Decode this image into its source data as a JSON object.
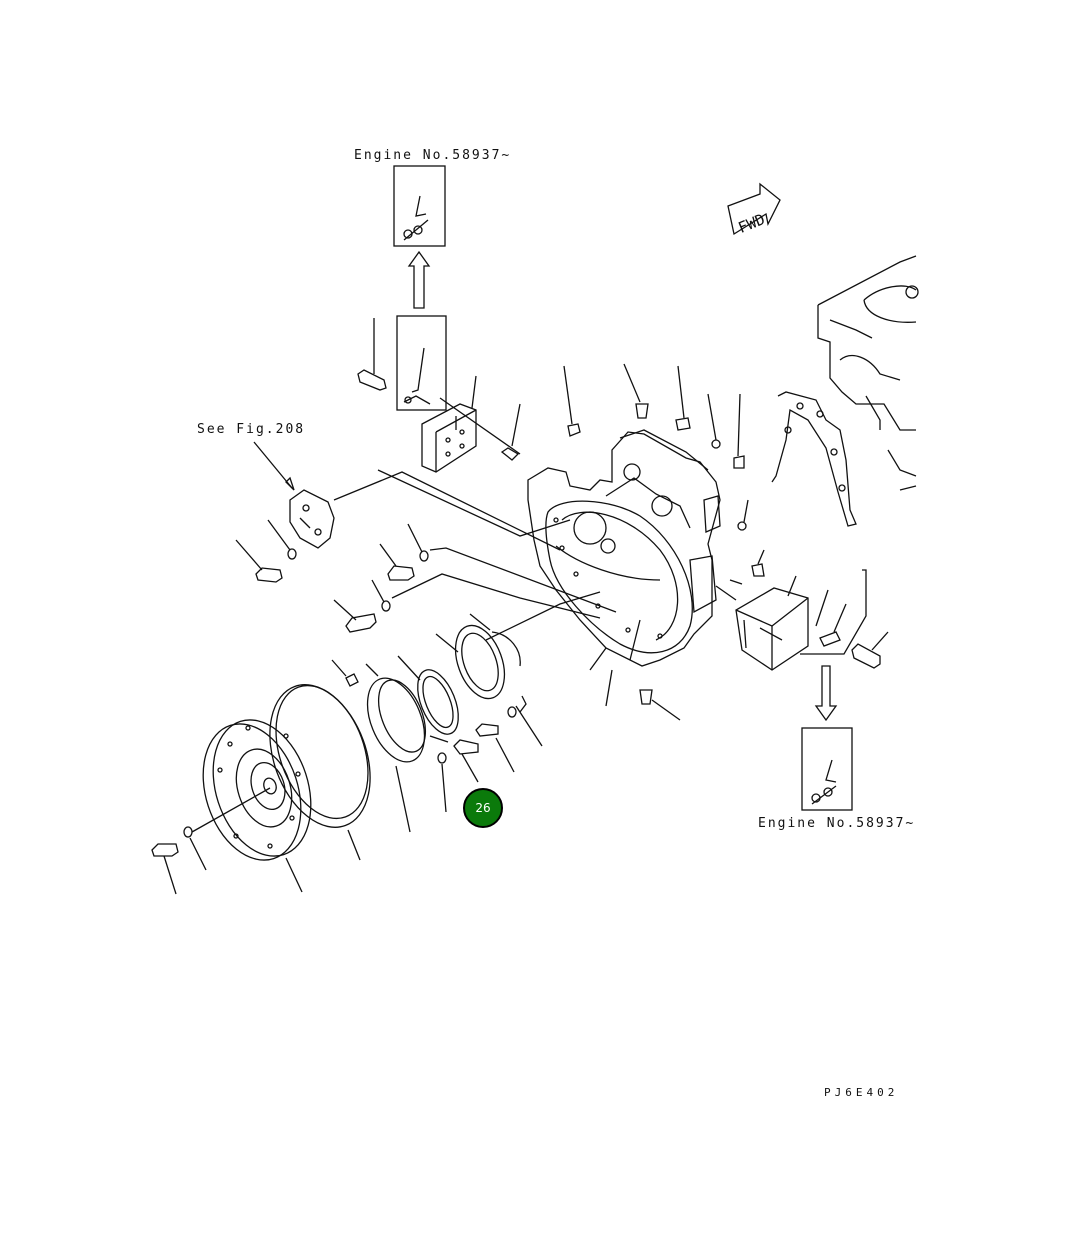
{
  "labels": {
    "engine_top": "Engine No.58937~",
    "engine_bottom": "Engine No.58937~",
    "see_fig": "See Fig.208",
    "fwd": "FWD",
    "drawing_code": "PJ6E402"
  },
  "callouts": [
    {
      "number": "26",
      "color": "#0b7a0b"
    }
  ]
}
